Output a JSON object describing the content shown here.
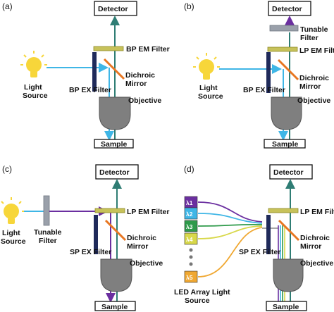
{
  "colors": {
    "cyan": "#3fb6e6",
    "purple": "#6b2fa0",
    "teal": "#2f7d74",
    "filter_yellow": "#c7c25a",
    "dichroic": "#e87722",
    "ex_filter": "#1f2a5a",
    "objective": "#7f7f7f",
    "bulb": "#f7d63a",
    "lambda1": "#6b2fa0",
    "lambda2": "#3fb6e6",
    "lambda3": "#2e9a4a",
    "lambda4": "#d8d84a",
    "lambda5": "#f0a832"
  },
  "panels": [
    {
      "tag": "(a)",
      "detector": "Detector",
      "em_filter": "BP EM Filter",
      "ex_filter": "BP EX Filter",
      "dichroic_line1": "Dichroic",
      "dichroic_line2": "Mirror",
      "objective": "Objective",
      "sample": "Sample",
      "source_line1": "Light",
      "source_line2": "Source"
    },
    {
      "tag": "(b)",
      "detector": "Detector",
      "tunable_line1": "Tunable",
      "tunable_line2": "Filter",
      "em_filter": "LP EM Filter",
      "ex_filter": "BP EX Filter",
      "dichroic_line1": "Dichroic",
      "dichroic_line2": "Mirror",
      "objective": "Objective",
      "sample": "Sample",
      "source_line1": "Light",
      "source_line2": "Source"
    },
    {
      "tag": "(c)",
      "detector": "Detector",
      "em_filter": "LP EM Filter",
      "ex_filter": "SP EX Filter",
      "tunable_line1": "Tunable",
      "tunable_line2": "Filter",
      "dichroic_line1": "Dichroic",
      "dichroic_line2": "Mirror",
      "objective": "Objective",
      "sample": "Sample",
      "source_line1": "Light",
      "source_line2": "Source"
    },
    {
      "tag": "(d)",
      "detector": "Detector",
      "em_filter": "LP EM Filter",
      "ex_filter": "SP EX Filter",
      "dichroic_line1": "Dichroic",
      "dichroic_line2": "Mirror",
      "objective": "Objective",
      "sample": "Sample",
      "led_line1": "LED Array Light",
      "led_line2": "Source",
      "leds": [
        "λ1",
        "λ2",
        "λ3",
        "λ4",
        "λ5"
      ]
    }
  ]
}
